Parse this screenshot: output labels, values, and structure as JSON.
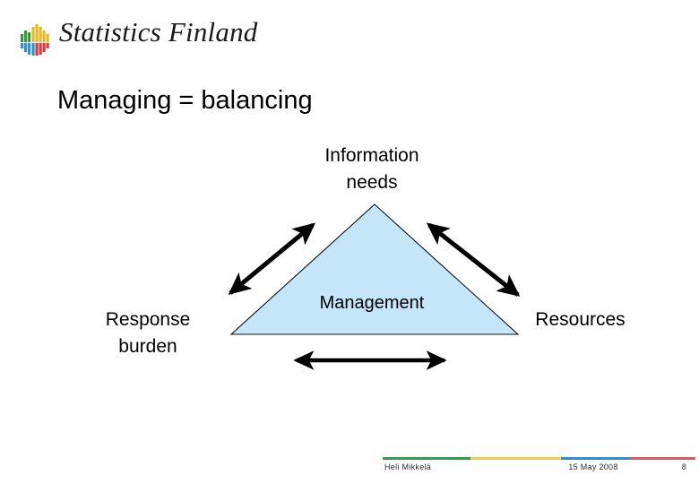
{
  "brand": {
    "name": "Statistics Finland",
    "logo_icon": "statistics-finland-diamond-bars-logo",
    "logo_colors": [
      "#3a9b3a",
      "#e8b92a",
      "#2f8fd4",
      "#d93c3c"
    ]
  },
  "slide": {
    "title": "Managing = balancing",
    "diagram": {
      "type": "balance-triangle",
      "shape_icon": "triangle-shape",
      "shape_fill": "#c5e6f9",
      "shape_stroke": "#1a1a1a",
      "center_label": "Management",
      "corner_labels": {
        "top": "Information\nneeds",
        "left": "Response\nburden",
        "right": "Resources"
      },
      "arrows": [
        {
          "name": "arrow-left-diagonal",
          "direction": "double",
          "icon": "double-headed-arrow-icon"
        },
        {
          "name": "arrow-right-diagonal",
          "direction": "double",
          "icon": "double-headed-arrow-icon"
        },
        {
          "name": "arrow-bottom-horizontal",
          "direction": "double",
          "icon": "double-headed-arrow-icon"
        }
      ]
    }
  },
  "footer": {
    "author": "Heli Mikkelä",
    "date": "15 May 2008",
    "page_number": "8",
    "rule_segments": [
      {
        "color": "#2e9e4f",
        "width_pct": 28
      },
      {
        "color": "#f2cb4e",
        "width_pct": 29
      },
      {
        "color": "#2f8fd4",
        "width_pct": 22
      },
      {
        "color": "#dc5a5a",
        "width_pct": 21
      }
    ]
  }
}
